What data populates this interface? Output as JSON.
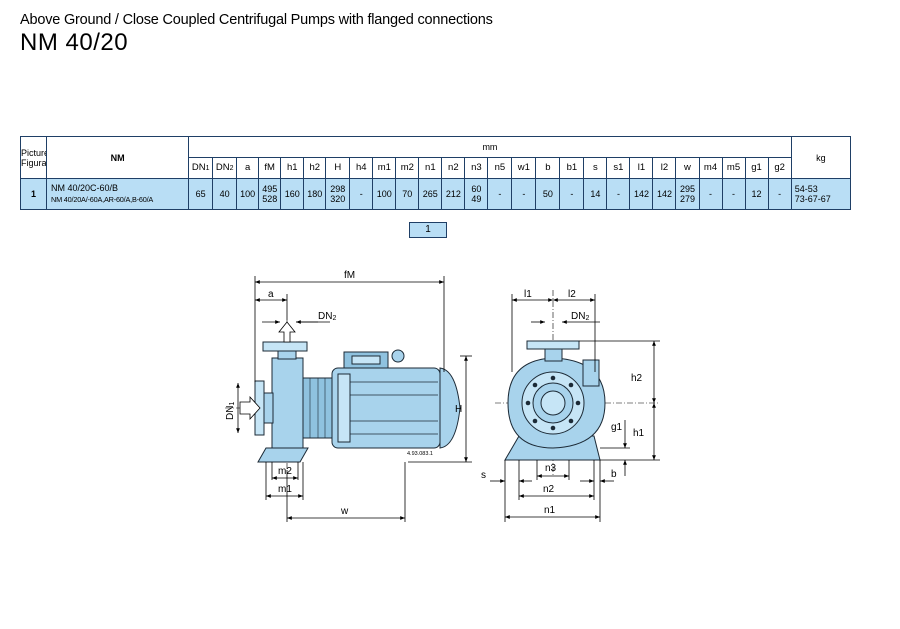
{
  "header": {
    "subtitle": "Above Ground / Close Coupled Centrifugal Pumps with flanged connections",
    "title": "NM 40/20"
  },
  "table": {
    "picture_line1": "Picture",
    "picture_line2": "Figura",
    "nm": "NM",
    "mm": "mm",
    "kg": "kg",
    "columns": [
      {
        "base": "DN",
        "sub": "1"
      },
      {
        "base": "DN",
        "sub": "2"
      },
      {
        "base": "a",
        "sub": ""
      },
      {
        "base": "fM",
        "sub": ""
      },
      {
        "base": "h1",
        "sub": ""
      },
      {
        "base": "h2",
        "sub": ""
      },
      {
        "base": "H",
        "sub": ""
      },
      {
        "base": "h4",
        "sub": ""
      },
      {
        "base": "m1",
        "sub": ""
      },
      {
        "base": "m2",
        "sub": ""
      },
      {
        "base": "n1",
        "sub": ""
      },
      {
        "base": "n2",
        "sub": ""
      },
      {
        "base": "n3",
        "sub": ""
      },
      {
        "base": "n5",
        "sub": ""
      },
      {
        "base": "w1",
        "sub": ""
      },
      {
        "base": "b",
        "sub": ""
      },
      {
        "base": "b1",
        "sub": ""
      },
      {
        "base": "s",
        "sub": ""
      },
      {
        "base": "s1",
        "sub": ""
      },
      {
        "base": "l1",
        "sub": ""
      },
      {
        "base": "l2",
        "sub": ""
      },
      {
        "base": "w",
        "sub": ""
      },
      {
        "base": "m4",
        "sub": ""
      },
      {
        "base": "m5",
        "sub": ""
      },
      {
        "base": "g1",
        "sub": ""
      },
      {
        "base": "g2",
        "sub": ""
      }
    ],
    "row": {
      "picture": "1",
      "model1": "NM   40/20C-60/B",
      "model2": "NM   40/20A/-60A,AR-60/A,B-60/A",
      "values": [
        [
          "65"
        ],
        [
          "40"
        ],
        [
          "100"
        ],
        [
          "495",
          "528"
        ],
        [
          "160"
        ],
        [
          "180"
        ],
        [
          "298",
          "320"
        ],
        [
          "-"
        ],
        [
          "100"
        ],
        [
          "70"
        ],
        [
          "265"
        ],
        [
          "212"
        ],
        [
          "60",
          "49"
        ],
        [
          "-"
        ],
        [
          "-"
        ],
        [
          "50"
        ],
        [
          "-"
        ],
        [
          "14"
        ],
        [
          "-"
        ],
        [
          "142"
        ],
        [
          "142"
        ],
        [
          "295",
          "279"
        ],
        [
          "-"
        ],
        [
          "-"
        ],
        [
          "12"
        ],
        [
          "-"
        ]
      ],
      "kg1": "54-53",
      "kg2": "73-67-67"
    }
  },
  "figure_label": "1",
  "drawing": {
    "fM": "fM",
    "a": "a",
    "DN2_base": "DN",
    "DN2_sub": "2",
    "DN1_base": "DN",
    "DN1_sub": "1",
    "H": "H",
    "m2": "m2",
    "m1": "m1",
    "w": "w",
    "code": "4.93.083.1",
    "l1": "l1",
    "l2": "l2",
    "h2": "h2",
    "g1": "g1",
    "h1": "h1",
    "s": "s",
    "n3": "n3",
    "b": "b",
    "n2": "n2",
    "n1": "n1"
  },
  "colors": {
    "row_fill": "#b9def5",
    "pump_fill": "#a8d3ec",
    "border": "#1f3f66"
  }
}
